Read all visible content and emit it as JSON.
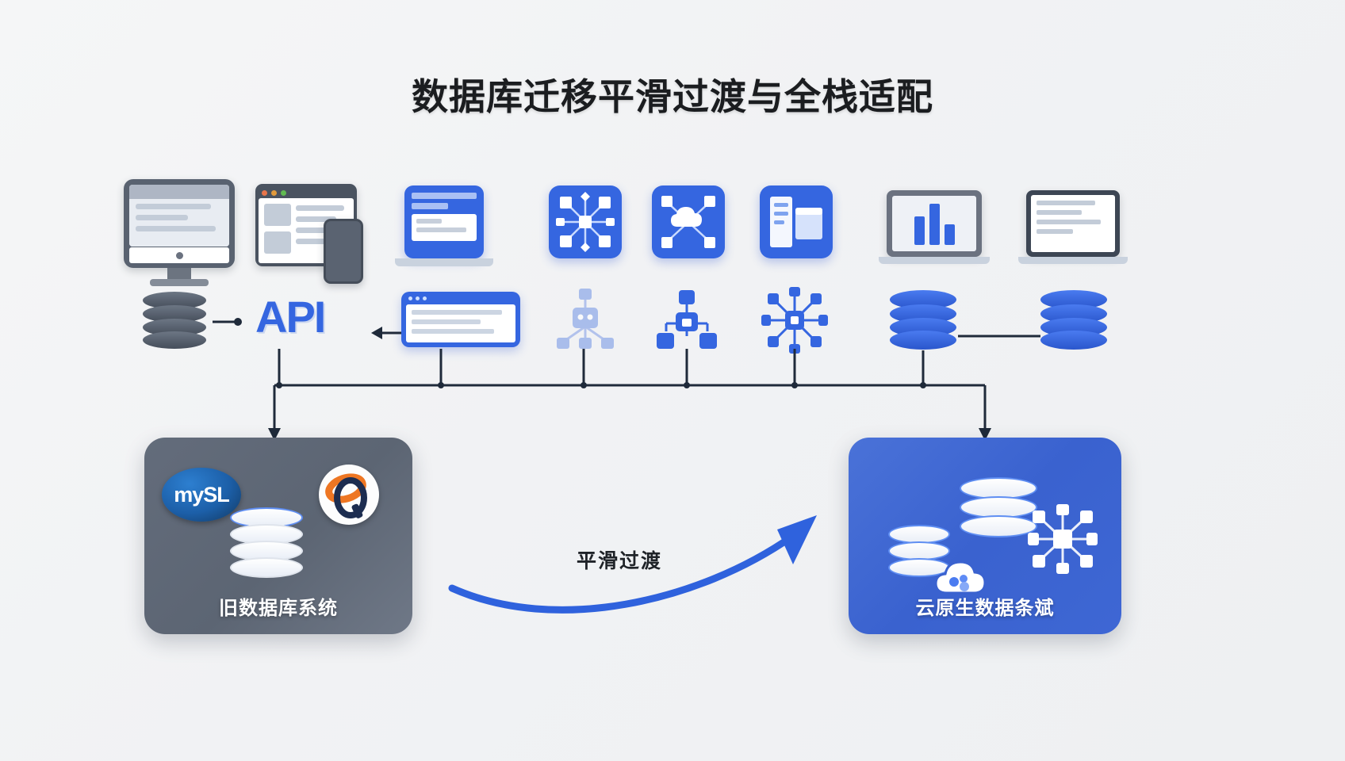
{
  "page": {
    "title": "数据库迁移平滑过渡与全栈适配",
    "background_color": "#f2f3f5",
    "accent_blue": "#3566e0",
    "accent_gray": "#5c6573"
  },
  "top_row": [
    {
      "name": "desktop-monitor-icon",
      "label": "desktop-monitor",
      "color": "#596270"
    },
    {
      "name": "browser-window-icon",
      "label": "browser-window",
      "color": "#4a5360"
    },
    {
      "name": "tablet-device-icon",
      "label": "tablet-device",
      "color": "#5a6371"
    },
    {
      "name": "document-laptop-icon",
      "label": "document-app",
      "color": "#3566e0"
    },
    {
      "name": "network-topology-icon",
      "label": "network-topology",
      "color": "#3566e0"
    },
    {
      "name": "cloud-upload-icon",
      "label": "cloud-upload",
      "color": "#3566e0"
    },
    {
      "name": "dashboard-panel-icon",
      "label": "dashboard-panel",
      "color": "#3566e0"
    },
    {
      "name": "gray-laptop-chart-icon",
      "label": "analytics-laptop",
      "color": "#6b7280"
    },
    {
      "name": "white-laptop-icon",
      "label": "document-laptop",
      "color": "#3d4654"
    }
  ],
  "mid_row": [
    {
      "name": "legacy-database-icon",
      "label": "legacy-database",
      "color": "#4e5765"
    },
    {
      "name": "api-label",
      "label": "API",
      "color": "#3566e0"
    },
    {
      "name": "app-window-icon",
      "label": "application-window",
      "color": "#3566e0"
    },
    {
      "name": "service-mesh-icon",
      "label": "service-mesh",
      "color": "#8aa9ee"
    },
    {
      "name": "microservice-tree-icon",
      "label": "microservice-tree",
      "color": "#3566e0"
    },
    {
      "name": "node-cluster-icon",
      "label": "node-cluster",
      "color": "#3566e0"
    },
    {
      "name": "cloud-database-icon",
      "label": "cloud-database",
      "color": "#3566e0"
    },
    {
      "name": "replica-database-icon",
      "label": "replica-database",
      "color": "#3566e0"
    }
  ],
  "boxes": {
    "legacy": {
      "label": "旧数据库系统",
      "color": "#5c6573",
      "logos": [
        {
          "name": "mysql-logo",
          "text": "mySL"
        },
        {
          "name": "oracle-logo",
          "text": "Q"
        }
      ],
      "database_icon": "stacked-database-white"
    },
    "cloud_native": {
      "label": "云原生数据条斌",
      "color": "#3a62cf",
      "icons": [
        "stacked-database-white",
        "stacked-database-small",
        "cloud-icon",
        "node-graph-icon"
      ]
    }
  },
  "transition": {
    "label": "平滑过渡",
    "arrow_color": "#2f62dd",
    "direction": "left-to-right"
  },
  "connectors": {
    "color": "#1f2a3a",
    "description": "bus connecting middle row nodes down to legacy and cloud-native boxes"
  }
}
